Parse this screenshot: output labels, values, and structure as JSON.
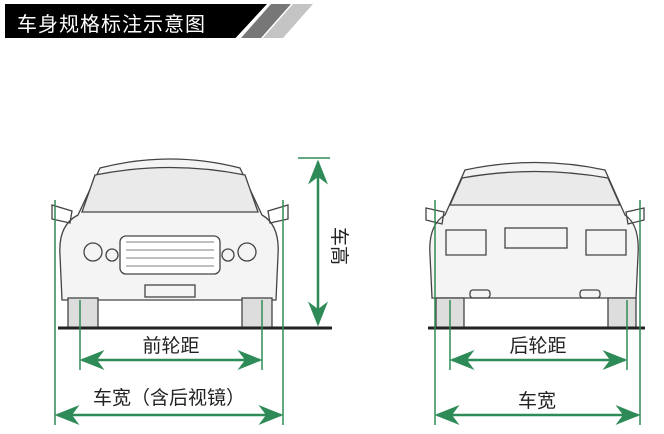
{
  "header": {
    "title": "车身规格标注示意图"
  },
  "labels": {
    "height": "车高",
    "front_track": "前轮距",
    "width_with_mirrors": "车宽（含后视镜）",
    "rear_track": "后轮距",
    "width": "车宽"
  },
  "colors": {
    "arrow": "#2e8b57",
    "header_bg": "#000000"
  }
}
